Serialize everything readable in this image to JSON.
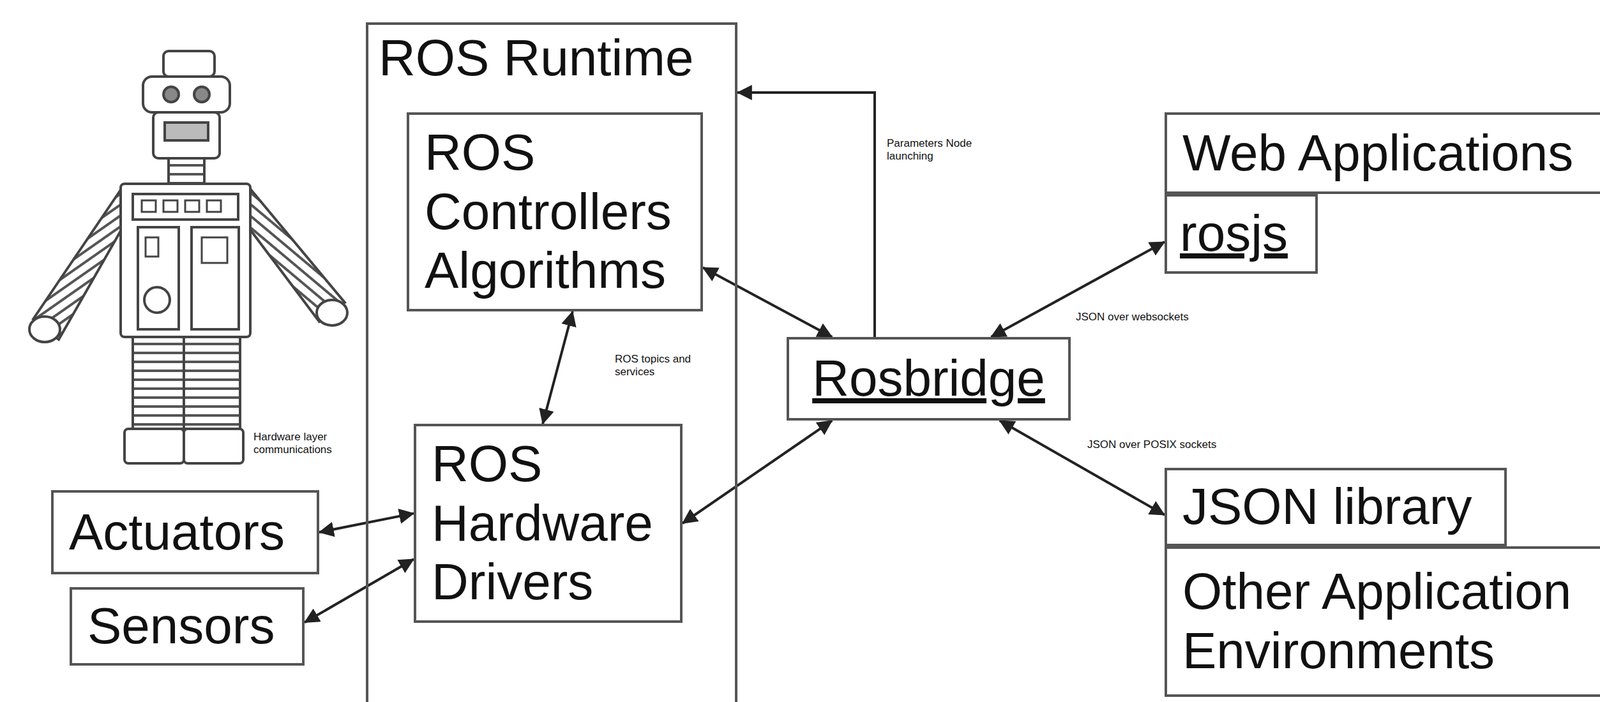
{
  "diagram": {
    "nodes": [
      {
        "text": [
          "ROS Runtime"
        ]
      },
      {
        "text": [
          "ROS Controllers Algorithms"
        ],
        "in": 0
      },
      {
        "text": [
          "ROS Hardware Drivers"
        ],
        "in": 0
      },
      {
        "text": [
          "Actuators"
        ]
      },
      {
        "text": [
          "Sensors"
        ]
      },
      {
        "text": [
          "Rosbridge"
        ]
      },
      {
        "text": [
          "Web Applications"
        ]
      },
      {
        "text": [
          "rosjs"
        ]
      },
      {
        "text": [
          "JSON library"
        ]
      },
      {
        "text": [
          "Other Application Environments"
        ]
      }
    ],
    "edges": [
      {
        "from": 1,
        "to": 2,
        "arrow": "both",
        "label": "ROS topics and services"
      },
      {
        "from": 1,
        "to": 5,
        "arrow": "both"
      },
      {
        "from": 2,
        "to": 5,
        "arrow": "both"
      },
      {
        "from": 5,
        "to": 0,
        "arrow": "to",
        "label": "Parameters Node launching"
      },
      {
        "from": 5,
        "to": 7,
        "arrow": "both",
        "label": "JSON over websockets"
      },
      {
        "from": 5,
        "to": 8,
        "arrow": "both",
        "label": "JSON over POSIX sockets"
      },
      {
        "from": 3,
        "to": 2,
        "arrow": "both"
      },
      {
        "from": 4,
        "to": 2,
        "arrow": "both"
      }
    ],
    "labels": [
      "Hardware layer communications"
    ]
  }
}
